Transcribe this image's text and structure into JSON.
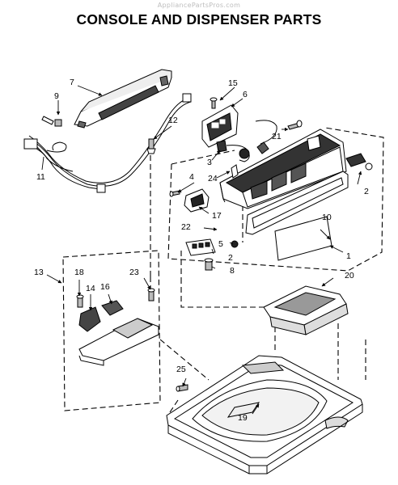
{
  "watermark": "AppliancePartsPros.com",
  "title": "CONSOLE AND DISPENSER PARTS",
  "callouts": {
    "c1": "1",
    "c2a": "2",
    "c2b": "2",
    "c3": "3",
    "c4": "4",
    "c5": "5",
    "c6": "6",
    "c7": "7",
    "c8": "8",
    "c9": "9",
    "c10": "10",
    "c11": "11",
    "c12": "12",
    "c13": "13",
    "c14": "14",
    "c15": "15",
    "c16": "16",
    "c17": "17",
    "c18": "18",
    "c19": "19",
    "c20": "20",
    "c21": "21",
    "c22": "22",
    "c23": "23",
    "c24": "24",
    "c25": "25"
  }
}
